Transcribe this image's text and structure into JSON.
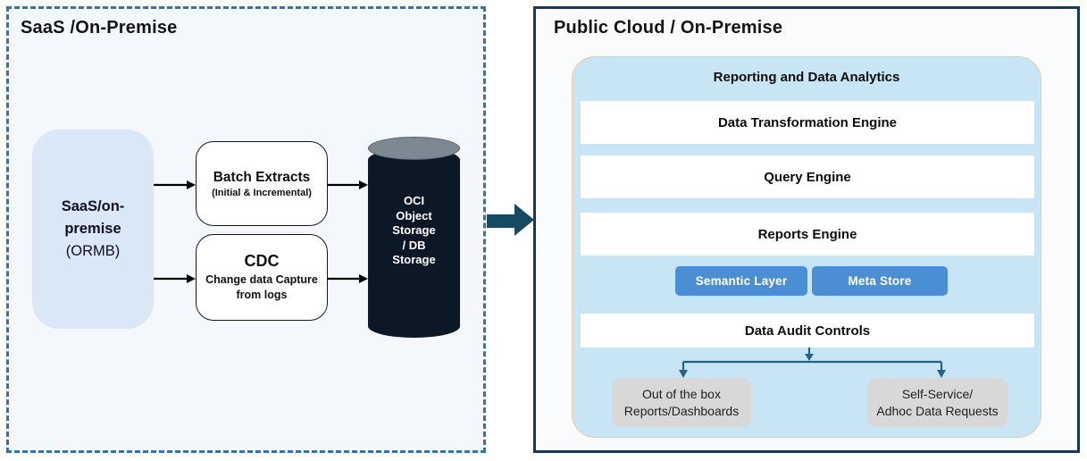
{
  "left_panel": {
    "title": "SaaS /On-Premise",
    "source_box": {
      "line1": "SaaS/on-",
      "line2": "premise",
      "line3": "(ORMB)"
    },
    "batch_box": {
      "title": "Batch Extracts",
      "subtitle": "(Initial & Incremental)"
    },
    "cdc_box": {
      "title": "CDC",
      "subtitle_line1": "Change data Capture",
      "subtitle_line2": "from logs"
    },
    "storage_cylinder": {
      "lines": [
        "OCI",
        "Object",
        "Storage",
        "/ DB",
        "Storage"
      ]
    }
  },
  "right_panel": {
    "title": "Public Cloud / On-Premise",
    "container": {
      "title": "Reporting and Data Analytics",
      "bars": [
        "Data Transformation Engine",
        "Query Engine",
        "Reports Engine"
      ],
      "chips": [
        "Semantic Layer",
        "Meta Store"
      ],
      "audit_bar": "Data Audit Controls",
      "outputs": [
        {
          "line1": "Out of the box",
          "line2": "Reports/Dashboards"
        },
        {
          "line1": "Self-Service/",
          "line2": "Adhoc Data Requests"
        }
      ]
    }
  },
  "colors": {
    "left_panel_border": "#2e73b4",
    "left_panel_bg": "#f4f8fc",
    "right_panel_border": "#17375e",
    "container_bg": "#c8e5f6",
    "container_border": "#f0c8a2",
    "source_box_bg": "#dae7f6",
    "chip_bg": "#4a8fd3",
    "output_box_bg": "#d8d8d8",
    "cylinder_body": "#0d1826",
    "cylinder_top": "#7d8892",
    "panel_flow_arrow": "#164a63",
    "branch_arrow": "#1f6585",
    "node_arrow": "#000000"
  }
}
